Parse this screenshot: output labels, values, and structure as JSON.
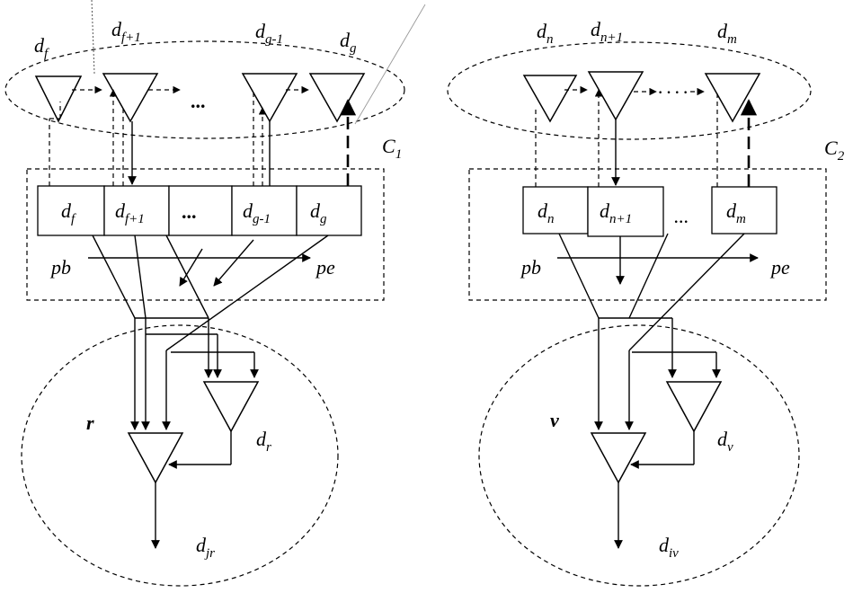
{
  "left": {
    "top_labels": [
      {
        "main": "d",
        "sub": "f"
      },
      {
        "main": "d",
        "sub": "f+1"
      },
      {
        "main": "d",
        "sub": "g-1"
      },
      {
        "main": "d",
        "sub": "g"
      }
    ],
    "cluster_label": {
      "main": "C",
      "sub": "1"
    },
    "cells": [
      {
        "main": "d",
        "sub": "f"
      },
      {
        "main": "d",
        "sub": "f+1"
      },
      {
        "main": "...",
        "sub": ""
      },
      {
        "main": "d",
        "sub": "g-1"
      },
      {
        "main": "d",
        "sub": "g"
      }
    ],
    "pb": "pb",
    "pe": "pe",
    "node_label": "r",
    "inner_label": {
      "main": "d",
      "sub": "r"
    },
    "out_label": {
      "main": "d",
      "sub": "jr"
    },
    "ellipsis": "..."
  },
  "right": {
    "top_labels": [
      {
        "main": "d",
        "sub": "n"
      },
      {
        "main": "d",
        "sub": "n+1"
      },
      {
        "main": "d",
        "sub": "m"
      }
    ],
    "cluster_label": {
      "main": "C",
      "sub": "2"
    },
    "cells": [
      {
        "main": "d",
        "sub": "n"
      },
      {
        "main": "d",
        "sub": "n+1"
      },
      {
        "main": "d",
        "sub": "m"
      }
    ],
    "between": "...",
    "pb": "pb",
    "pe": "pe",
    "node_label": "v",
    "inner_label": {
      "main": "d",
      "sub": "v"
    },
    "out_label": {
      "main": "d",
      "sub": "iv"
    },
    "ellipsis": "· · · ·"
  }
}
